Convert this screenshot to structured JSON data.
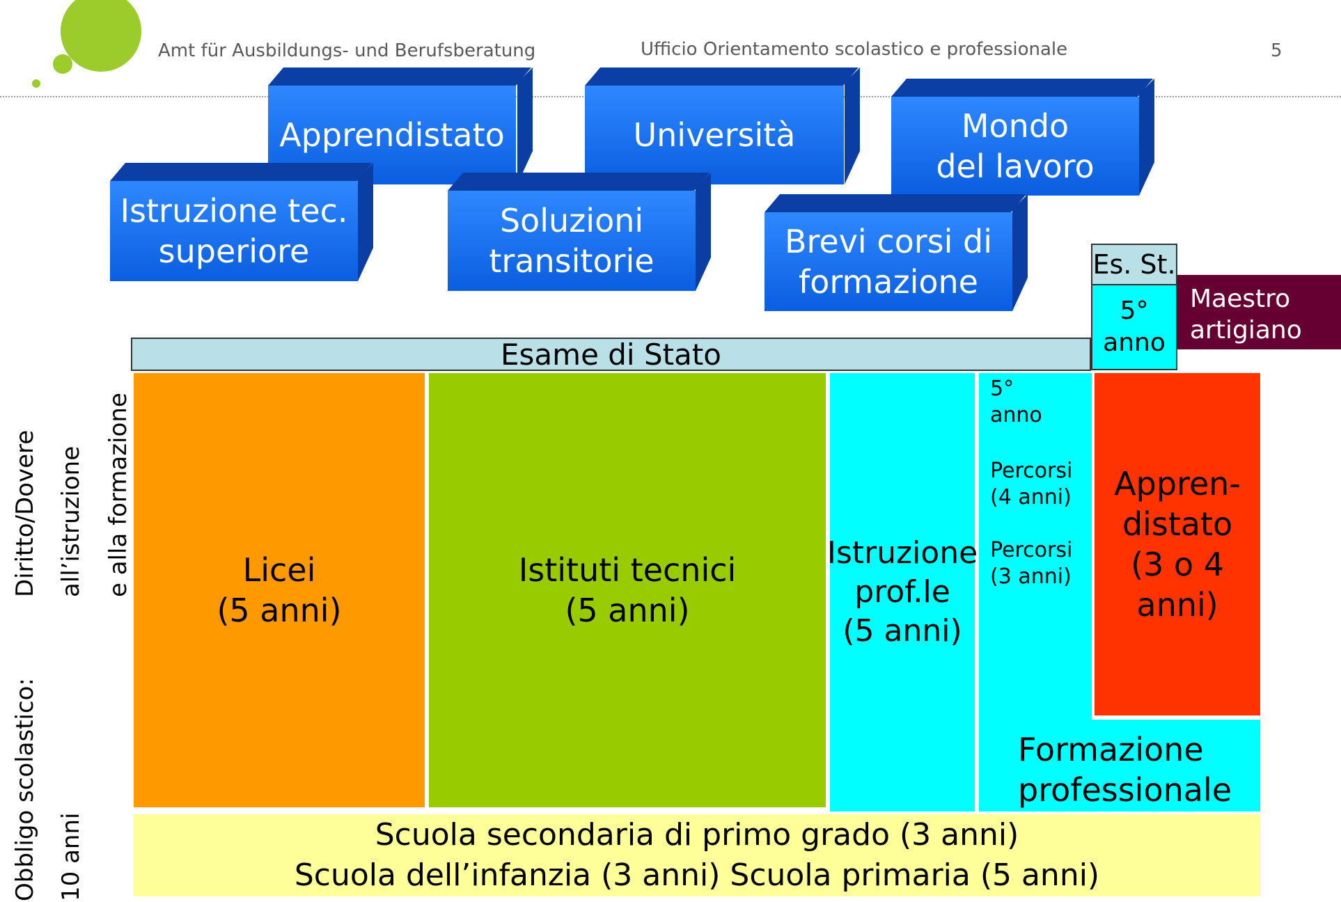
{
  "header": {
    "left_text": "Amt für Ausbildungs- und Berufsberatung",
    "center_text": "Ufficio Orientamento scolastico e professionale",
    "page_number": "5"
  },
  "outcomes": {
    "apprendistato": "Apprendistato",
    "universita": "Università",
    "mondo_l1": "Mondo",
    "mondo_l2": "del lavoro",
    "istruzione_l1": "Istruzione tec.",
    "istruzione_l2": "superiore",
    "soluzioni_l1": "Soluzioni",
    "soluzioni_l2": "transitorie",
    "brevi_l1": "Brevi corsi di",
    "brevi_l2": "formazione"
  },
  "esame_di_stato": "Esame di Stato",
  "es_st": "Es. St.",
  "quinto_anno_top_l1": "5°",
  "quinto_anno_top_l2": "anno",
  "maestro_l1": "Maestro",
  "maestro_l2": "artigiano",
  "schools": {
    "licei_l1": "Licei",
    "licei_l2": "(5 anni)",
    "tecnici_l1": "Istituti tecnici",
    "tecnici_l2": "(5 anni)",
    "prof_l1": "Istruzione",
    "prof_l2": "prof.le",
    "prof_l3": "(5 anni)",
    "quinto_l1": "5°",
    "quinto_l2": "anno",
    "percorsi4_l1": "Percorsi",
    "percorsi4_l2": "(4 anni)",
    "percorsi3_l1": "Percorsi",
    "percorsi3_l2": "(3 anni)",
    "appr_l1": "Appren-",
    "appr_l2": "distato",
    "appr_l3": "(3 o 4",
    "appr_l4": "anni)",
    "formazione_l1": "Formazione",
    "formazione_l2": "professionale"
  },
  "base": {
    "line1": "Scuola secondaria di primo grado (3 anni)",
    "line2": "Scuola dell’infanzia (3 anni)  Scuola primaria (5 anni)"
  },
  "side_labels": {
    "obbligo": "Obbligo scolastico:",
    "dieci_anni": "10 anni",
    "diritto": "Diritto/Dovere",
    "istruzione": "all’istruzione",
    "formazione": "e alla formazione"
  },
  "colors": {
    "logo_green": "#9ccc2c",
    "blue_box": "#1f7cf5",
    "esame_bg": "#b8e0e6",
    "licei": "#ff9900",
    "tecnici": "#99cc00",
    "cyan": "#00ffff",
    "apprendistato": "#ff3300",
    "maestro": "#660033",
    "base": "#ffff99"
  }
}
